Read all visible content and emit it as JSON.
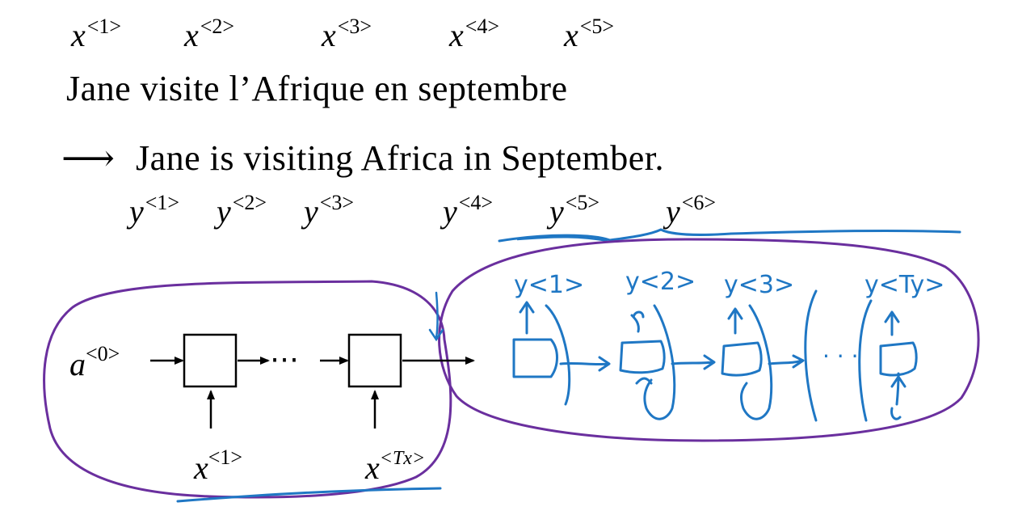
{
  "source_tokens": [
    {
      "var": "x",
      "idx": "<1>"
    },
    {
      "var": "x",
      "idx": "<2>"
    },
    {
      "var": "x",
      "idx": "<3>"
    },
    {
      "var": "x",
      "idx": "<4>"
    },
    {
      "var": "x",
      "idx": "<5>"
    }
  ],
  "source_sentence": "Jane visite l’Afrique en septembre",
  "arrow_glyph": "⟶",
  "target_sentence": "Jane is visiting Africa in September.",
  "target_tokens": [
    {
      "var": "y",
      "idx": "<1>"
    },
    {
      "var": "y",
      "idx": "<2>"
    },
    {
      "var": "y",
      "idx": "<3>"
    },
    {
      "var": "y",
      "idx": "<4>"
    },
    {
      "var": "y",
      "idx": "<5>"
    },
    {
      "var": "y",
      "idx": "<6>"
    }
  ],
  "encoder": {
    "init_state": {
      "var": "a",
      "idx": "<0>"
    },
    "ellipsis": "⋯",
    "input_first": {
      "var": "x",
      "idx": "<1>"
    },
    "input_last": {
      "var": "x",
      "idx": "<Tx>"
    }
  },
  "decoder": {
    "outputs": [
      "y<1>",
      "y<2>",
      "y<3>",
      "y<Ty>"
    ],
    "ellipsis": "· · ·",
    "feed_mark": "?"
  },
  "colors": {
    "text": "#000000",
    "handwriting": "#1f77c4",
    "circle": "#6a2f9e"
  }
}
